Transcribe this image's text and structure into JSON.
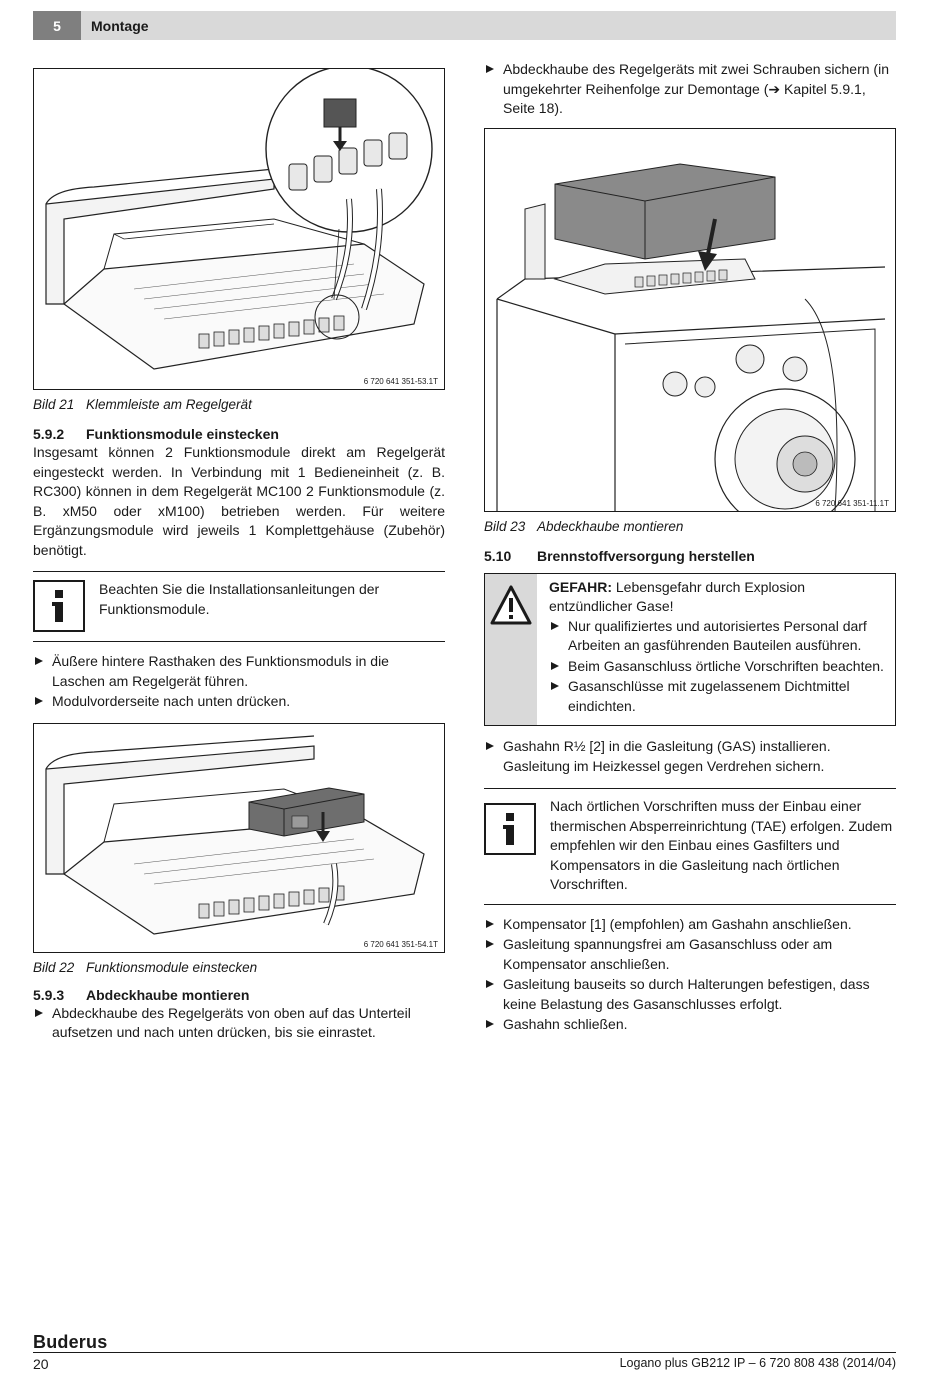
{
  "header": {
    "chapter_number": "5",
    "chapter_title": "Montage"
  },
  "figures": {
    "fig21": {
      "code": "6 720 641 351-53.1T",
      "label": "Bild 21",
      "caption": "Klemmleiste am Regelgerät"
    },
    "fig22": {
      "code": "6 720 641 351-54.1T",
      "label": "Bild 22",
      "caption": "Funktionsmodule einstecken"
    },
    "fig23": {
      "code": "6 720 641 351-11.1T",
      "label": "Bild 23",
      "caption": "Abdeckhaube montieren"
    }
  },
  "left": {
    "section_592": {
      "number": "5.9.2",
      "title": "Funktionsmodule einstecken",
      "body": "Insgesamt können 2 Funktionsmodule direkt am Regelgerät eingesteckt werden. In Verbindung mit 1 Bedieneinheit (z. B. RC300) können in dem Regelgerät MC100 2 Funktionsmodule (z. B. xM50 oder xM100) betrieben werden. Für weitere Ergänzungsmodule wird jeweils 1 Komplettgehäuse (Zubehör) benötigt."
    },
    "note1": "Beachten Sie die Installationsanleitungen der Funktionsmodule.",
    "steps1": [
      "Äußere hintere Rasthaken des Funktionsmoduls in die Laschen am Regelgerät führen.",
      "Modulvorderseite nach unten drücken."
    ],
    "section_593": {
      "number": "5.9.3",
      "title": "Abdeckhaube montieren"
    },
    "steps2": [
      "Abdeckhaube des Regelgeräts von oben auf das Unterteil aufsetzen und nach unten drücken, bis sie einrastet."
    ]
  },
  "right": {
    "steps0": [
      "Abdeckhaube des Regelgeräts mit zwei Schrauben sichern (in umgekehrter Reihenfolge zur Demontage (➔ Kapitel 5.9.1, Seite 18)."
    ],
    "section_510": {
      "number": "5.10",
      "title": "Brennstoffversorgung herstellen"
    },
    "danger": {
      "label": "GEFAHR:",
      "text": " Lebensgefahr durch Explosion entzündlicher Gase!",
      "items": [
        "Nur qualifiziertes und autorisiertes Personal darf Arbeiten an gasführenden Bauteilen ausführen.",
        "Beim Gasanschluss örtliche Vorschriften beachten.",
        "Gasanschlüsse mit zugelassenem Dichtmittel eindichten."
      ]
    },
    "steps1": [
      "Gashahn R½ [2] in die Gasleitung (GAS) installieren. Gasleitung im Heizkessel gegen Verdrehen sichern."
    ],
    "note2": "Nach örtlichen Vorschriften muss der Einbau einer thermischen Absperreinrichtung (TAE) erfolgen. Zudem empfehlen wir den Einbau eines Gasfilters und Kompensators in die Gasleitung nach örtlichen Vorschriften.",
    "steps2": [
      "Kompensator [1] (empfohlen) am Gashahn anschließen.",
      "Gasleitung spannungsfrei am Gasanschluss oder am Kompensator anschließen.",
      "Gasleitung bauseits so durch Halterungen befestigen, dass keine Belastung des Gasanschlusses erfolgt.",
      "Gashahn schließen."
    ]
  },
  "footer": {
    "brand": "Buderus",
    "page_number": "20",
    "doc_id": "Logano plus GB212 IP – 6 720 808 438 (2014/04)"
  },
  "colors": {
    "header_bar": "#d9d9d9",
    "chapter_box": "#7f7f7f",
    "danger_side": "#d9d9d9"
  }
}
